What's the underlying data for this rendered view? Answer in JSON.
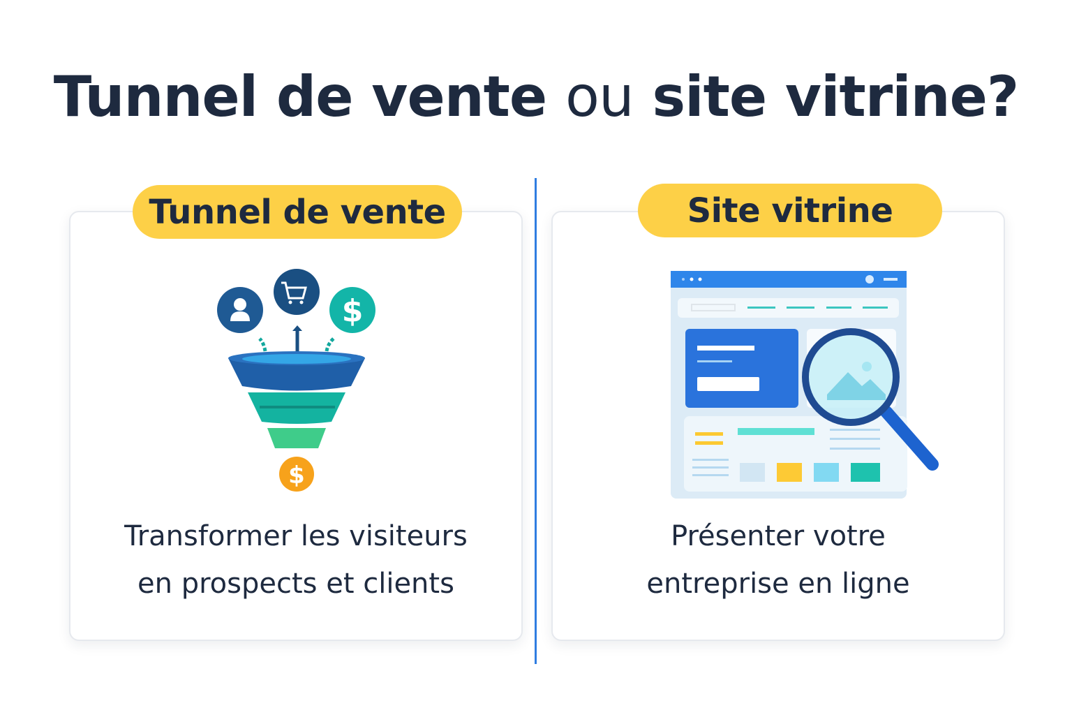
{
  "title": {
    "bold_1": "Tunnel de vente",
    "light": "ou",
    "bold_2": "site vitrine?"
  },
  "left_panel": {
    "label": "Tunnel de vente",
    "description_line1": "Transformer les visiteurs",
    "description_line2": "en prospects et clients",
    "icons": [
      "user-icon",
      "shopping-cart-icon",
      "dollar-icon",
      "funnel-icon",
      "coin-dollar-icon"
    ]
  },
  "right_panel": {
    "label": "Site vitrine",
    "description_line1": "Présenter votre",
    "description_line2": "entreprise en ligne",
    "icons": [
      "website-mockup-icon",
      "magnifying-glass-icon"
    ]
  },
  "colors": {
    "accent_yellow": "#fdd047",
    "divider_blue": "#2f7de1",
    "text_dark": "#1e2a3f"
  }
}
